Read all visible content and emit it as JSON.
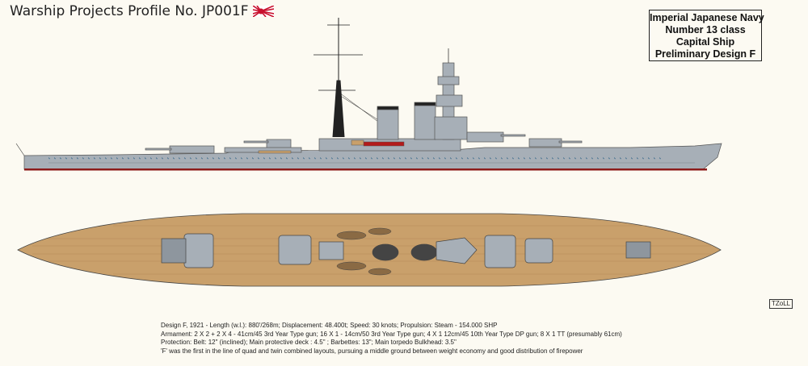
{
  "header": {
    "title": "Warship Projects Profile No. JP001F",
    "flag_icon": "rising-sun-flag"
  },
  "id_box": {
    "lines": [
      "Imperial Japanese Navy",
      "Number 13 class",
      "Capital Ship",
      "Preliminary Design F"
    ]
  },
  "signature": "TZoLL",
  "specs": {
    "lines": [
      "Design F, 1921 - Length (w.l.): 880'/268m; Displacement: 48.400t; Speed: 30 knots; Propulsion: Steam - 154.000 SHP",
      "Armament: 2 X 2 + 2 X 4 - 41cm/45 3rd Year Type gun; 16 X 1 - 14cm/50 3rd Year Type gun; 4 X 1 12cm/45 10th Year Type DP gun; 8 X 1 TT (presumably 61cm)",
      "Protection: Belt: 12\" (inclined); Main protective deck : 4.5\" ; Barbettes: 13\"; Main torpedo Bulkhead: 3.5\"",
      "'F' was the first in the line of quad and twin combined layouts, pursuing a middle ground between weight economy and good distribution of firepower"
    ]
  },
  "colors": {
    "background": "#fcfaf2",
    "hull_gray": "#a7afb7",
    "deck_wood": "#c9a06b",
    "waterline_red": "#8b1a1a",
    "flag_red": "#c8102e"
  }
}
